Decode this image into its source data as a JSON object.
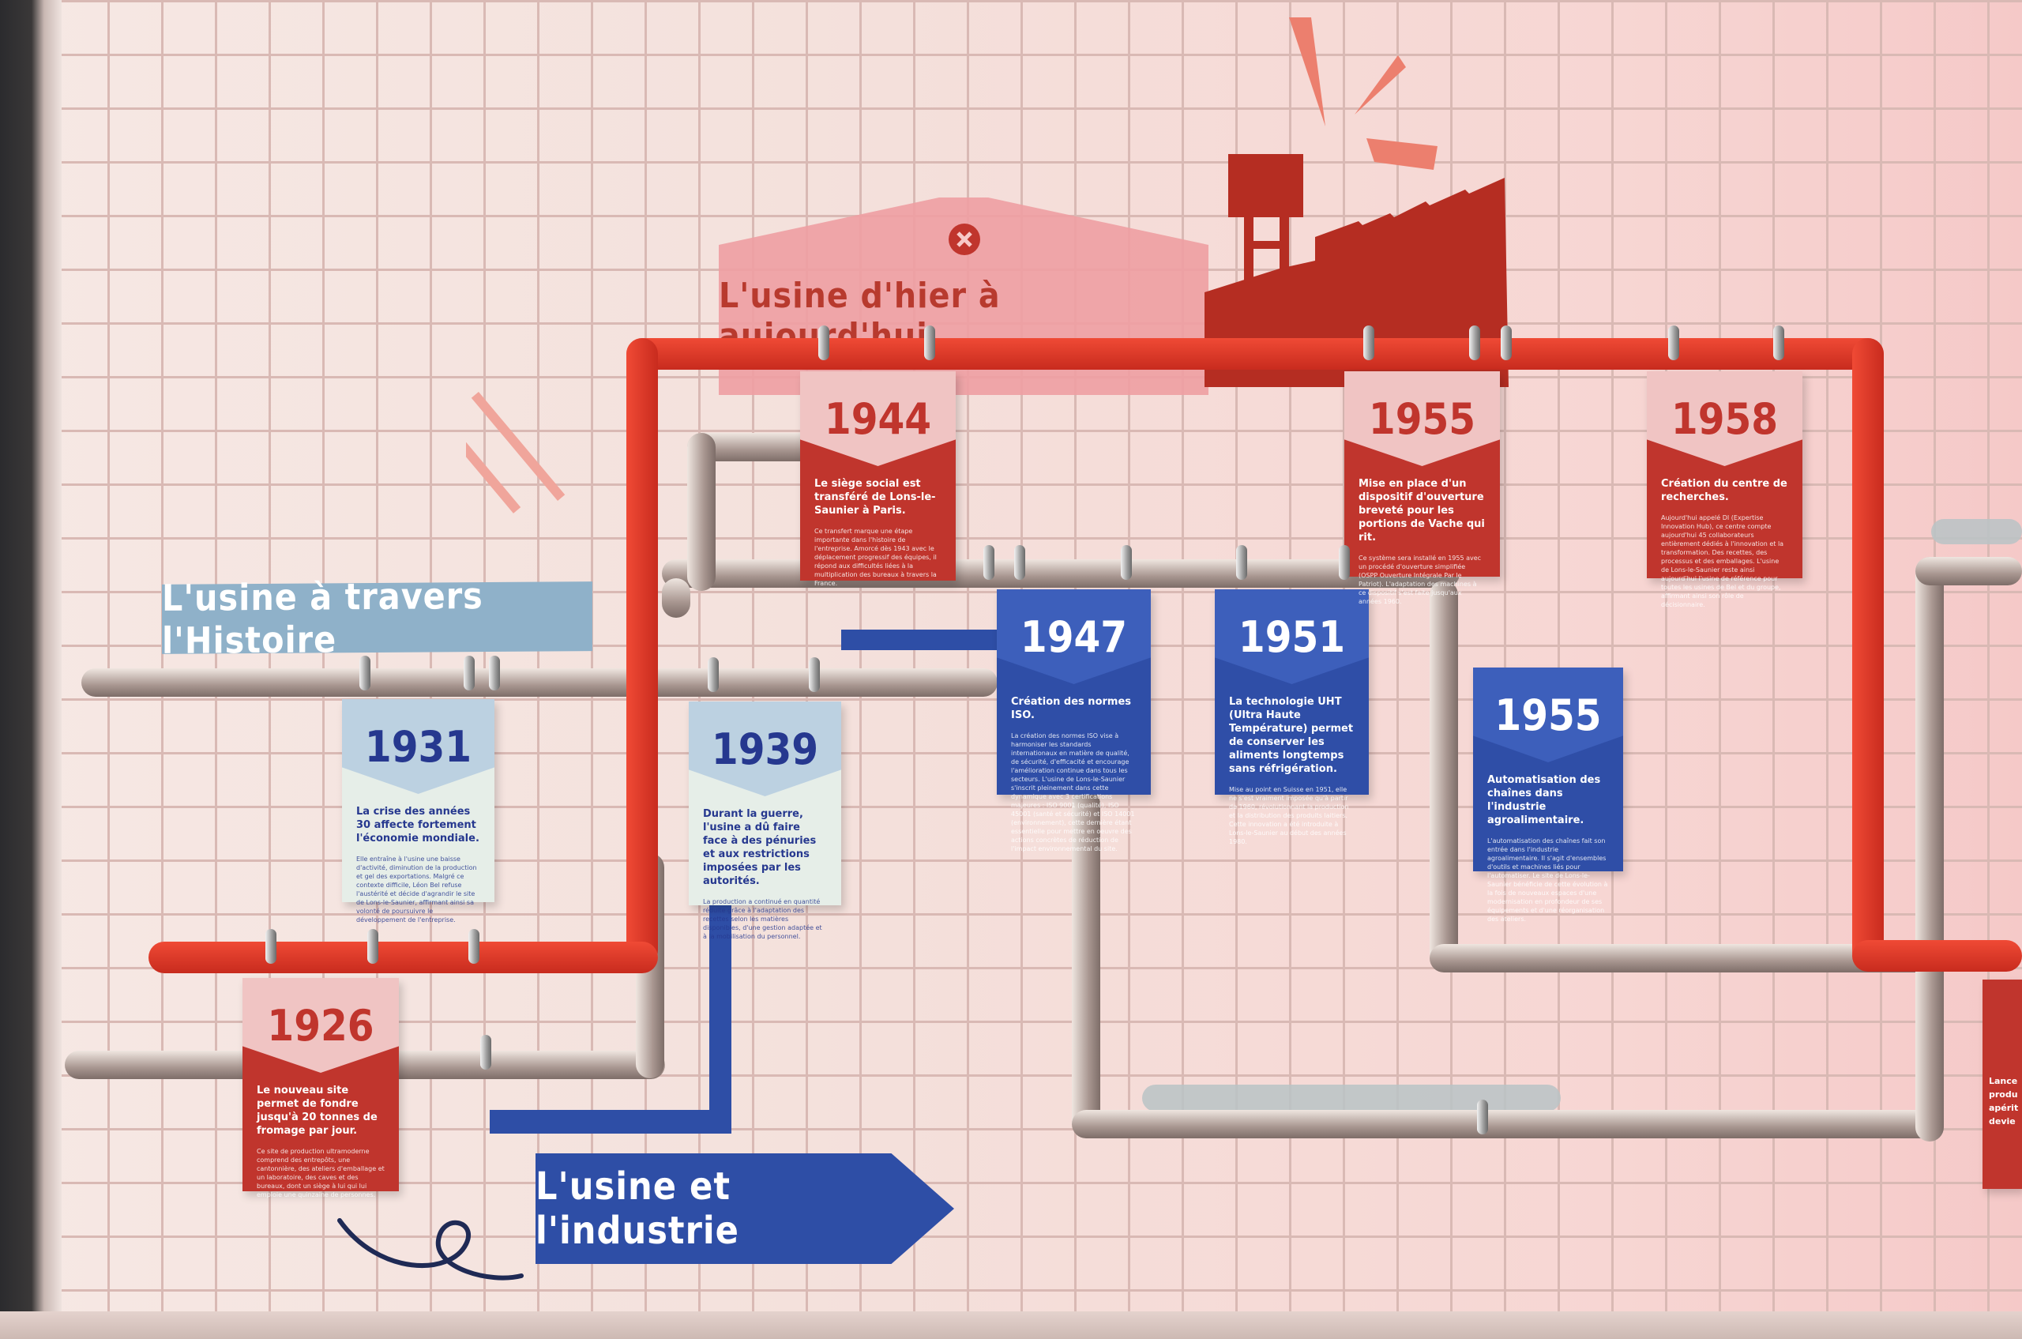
{
  "titles": {
    "histoire": "L'usine à travers l'Histoire",
    "hier": "L'usine d'hier à aujourd'hui",
    "industrie": "L'usine et l'industrie"
  },
  "cards": {
    "c1926": {
      "year": "1926",
      "head": "Le nouveau site permet de fondre jusqu'à 20 tonnes de fromage par jour.",
      "body": "Ce site de production ultramoderne comprend des entrepôts, une cantonnière, des ateliers d'emballage et un laboratoire, des caves et des bureaux, dont un siège à lui qui lui emploie une quinzaine de personnes."
    },
    "c1931": {
      "year": "1931",
      "head": "La crise des années 30 affecte fortement l'économie mondiale.",
      "body": "Elle entraîne à l'usine une baisse d'activité, diminution de la production et gel des exportations. Malgré ce contexte difficile, Léon Bel refuse l'austérité et décide d'agrandir le site de Lons-le-Saunier, affirmant ainsi sa volonté de poursuivre le développement de l'entreprise."
    },
    "c1939": {
      "year": "1939",
      "head": "Durant la guerre, l'usine a dû faire face à des pénuries et aux restrictions imposées par les autorités.",
      "body": "La production a continué en quantité réduite grâce à l'adaptation des recettes selon les matières disponibles, d'une gestion adaptée et à la mobilisation du personnel."
    },
    "c1944": {
      "year": "1944",
      "head": "Le siège social est transféré de Lons-le-Saunier à Paris.",
      "body": "Ce transfert marque une étape importante dans l'histoire de l'entreprise. Amorcé dès 1943 avec le déplacement progressif des équipes, il répond aux difficultés liées à la multiplication des bureaux à travers la France."
    },
    "c1947": {
      "year": "1947",
      "head": "Création des normes ISO.",
      "body": "La création des normes ISO vise à harmoniser les standards internationaux en matière de qualité, de sécurité, d'efficacité et encourage l'amélioration continue dans tous les secteurs. L'usine de Lons-le-Saunier s'inscrit pleinement dans cette dynamique avec 3 certifications majeures : ISO 9001 (qualité), ISO 45001 (santé et sécurité) et ISO 14001 (environnement), cette dernière étant essentielle pour mettre en oeuvre des actions concrètes de réduction de l'impact environnemental du site."
    },
    "c1951": {
      "year": "1951",
      "head": "La technologie UHT (Ultra Haute Température) permet de conserver les aliments longtemps sans réfrigération.",
      "body": "Mise au point en Suisse en 1951, elle ne s'est vraiment imposée qu'à partir de 1960, révolutionnant la production et la distribution des produits laitiers. Cette innovation a été introduite à Lons-le-Saunier au début des années 1980."
    },
    "c1955a": {
      "year": "1955",
      "head": "Mise en place d'un dispositif d'ouverture breveté pour les portions de Vache qui rit.",
      "body": "Ce système sera installé en 1955 avec un procédé d'ouverture simplifiée (OSPP Ouverture Intégrale Par le Patriot). L'adaptation des machines à ce dispositif s'est faite jusqu'aux années 1960."
    },
    "c1955b": {
      "year": "1955",
      "head": "Automatisation des chaînes dans l'industrie agroalimentaire.",
      "body": "L'automatisation des chaînes fait son entrée dans l'industrie agroalimentaire. Il s'agit d'ensembles d'outils et machines liés pour l'automatiser. Le site de Lons-le-Saunier bénéficie de cette évolution à la fois de nouveaux espaces d'une modernisation en profondeur de ses équipements et d'une réorganisation des ateliers."
    },
    "c1958": {
      "year": "1958",
      "head": "Création du centre de recherches.",
      "body": "Aujourd'hui appelé DI (Expertise Innovation Hub), ce centre compte aujourd'hui 45 collaborateurs entièrement dédiés à l'innovation et la transformation. Des recettes, des processus et des emballages. L'usine de Lons-le-Saunier reste ainsi aujourd'hui l'usine de référence pour toutes les usines de Bel et du groupe, affirmant ainsi son rôle de décisionnaire."
    },
    "cEdge": {
      "year": "",
      "head": "Lance produ apérit devie",
      "body": ""
    }
  },
  "colors": {
    "red": "#c0352d",
    "blue": "#2f4ea7",
    "pale": "#e6eee8",
    "tile_grout": "#d9b9b4"
  },
  "icons": [
    "factory-icon",
    "water-tower-icon",
    "cross-badge-icon",
    "burst-lines-icon",
    "squiggle-icon"
  ]
}
